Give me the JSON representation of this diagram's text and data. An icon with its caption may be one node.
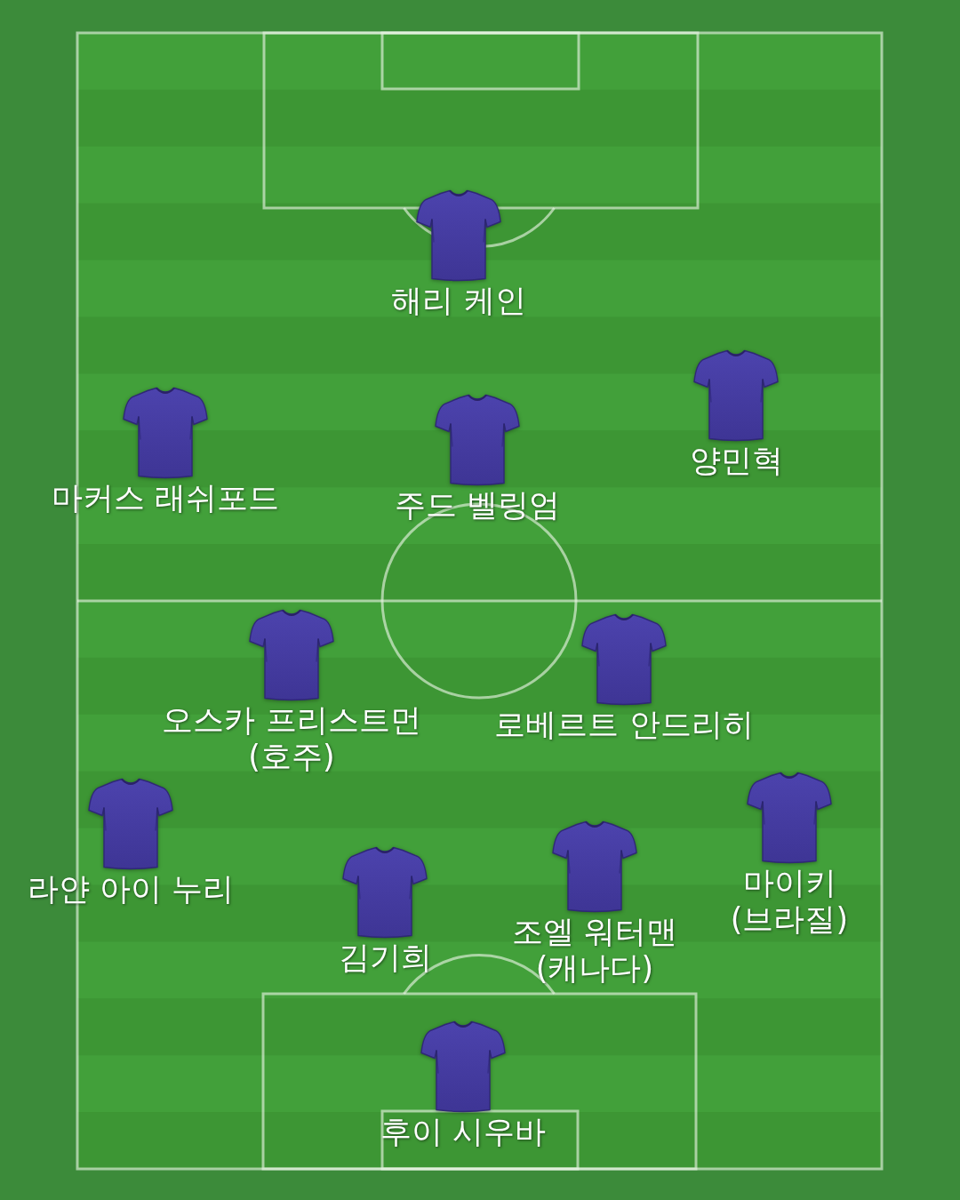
{
  "diagram": {
    "nodes": [
      {
        "text": [
          "해리 케인"
        ]
      },
      {
        "text": [
          "마커스 래쉬포드"
        ]
      },
      {
        "text": [
          "주드 벨링엄"
        ]
      },
      {
        "text": [
          "양민혁"
        ]
      },
      {
        "text": [
          "오스카 프리스트먼 (호주)"
        ]
      },
      {
        "text": [
          "로베르트 안드리히"
        ]
      },
      {
        "text": [
          "라얀 아이 누리"
        ]
      },
      {
        "text": [
          "김기희"
        ]
      },
      {
        "text": [
          "조엘 워터맨 (캐나다)"
        ]
      },
      {
        "text": [
          "마이키 (브라질)"
        ]
      },
      {
        "text": [
          "후이 시우바"
        ]
      }
    ]
  }
}
